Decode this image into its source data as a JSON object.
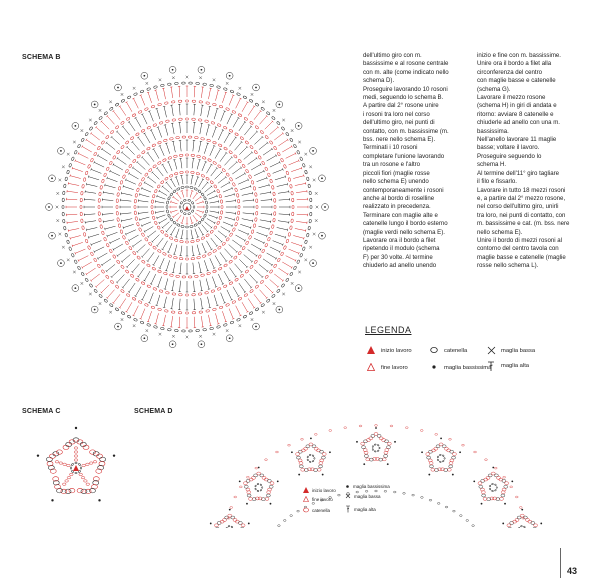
{
  "schema_b": {
    "label": "SCHEMA B"
  },
  "schema_c": {
    "label": "SCHEMA C"
  },
  "schema_d": {
    "label": "SCHEMA D"
  },
  "text": {
    "col1": "dell'ultimo giro con m.\nbassissime e al rosone centrale\ncon m. alte (come indicato nello\nschema D).\nProseguire lavorando 10 rosoni\nmedi, seguendo lo schema B.\nA partire dal 2° rosone unire\ni rosoni tra loro nel corso\ndell'ultimo giro, nei punti di\ncontatto, con m. bassissime (m.\nbss. nere nello schema E).\nTerminati i 10 rosoni\ncompletare l'unione lavorando\ntra un rosone e l'altro\npiccoli fiori (maglie rosse\nnello schema E) unendo\ncontemporaneamente i rosoni\nanche al bordo di roselline\nrealizzato in precedenza.\nTerminare con maglie alte e\ncatenelle lungo il bordo esterno\n(maglie verdi nello schema E).\nLavorare ora il bordo a filet\nripetendo il modulo (schema\nF) per 30 volte. Al termine\nchiuderlo ad anello unendo",
    "col2": "inizio e fine con m. bassissime.\nUnire ora il bordo a filet alla\ncirconferenza del centro\ncon maglie basse e catenelle\n(schema G).\nLavorare il mezzo rosone\n(schema H) in giri di andata e\nritorno: avviare 8 catenelle e\nchiuderle ad anello con una m.\nbassissima.\nNell'anello lavorare 11 maglie\nbasse; voltare il lavoro.\nProseguire seguendo lo\nschema H.\nAl termine dell'11° giro tagliare\nil filo e fissarlo.\nLavorare in tutto 18 mezzi rosoni\ne, a partire dal 2° mezzo rosone,\nnel corso dell'ultimo giro, unirli\ntra loro, nei punti di contatto, con\nm. bassissime e cat. (m. bss. nere\nnello schema E).\nUnire il bordo di mezzi rosoni al\ncontorno del centro tavola con\nmaglie basse e catenelle (maglie\nrosse nello schema L)."
  },
  "legend": {
    "title": "LEGENDA",
    "inizio": "inizio lavoro",
    "fine": "fine lavoro",
    "catenella": "catenella",
    "bassissima": "maglia bassissima",
    "bassa": "maglia bassa",
    "alta": "maglia alta"
  },
  "legend_d": {
    "inizio": "inizio lavoro",
    "fine": "fine lavoro",
    "catenella": "catenella",
    "bassissima": "maglia bassissima",
    "bassa": "maglia bassa",
    "alta": "maglia alta"
  },
  "page_number": "43",
  "colors": {
    "red": "#d42a2a",
    "black": "#222222"
  }
}
